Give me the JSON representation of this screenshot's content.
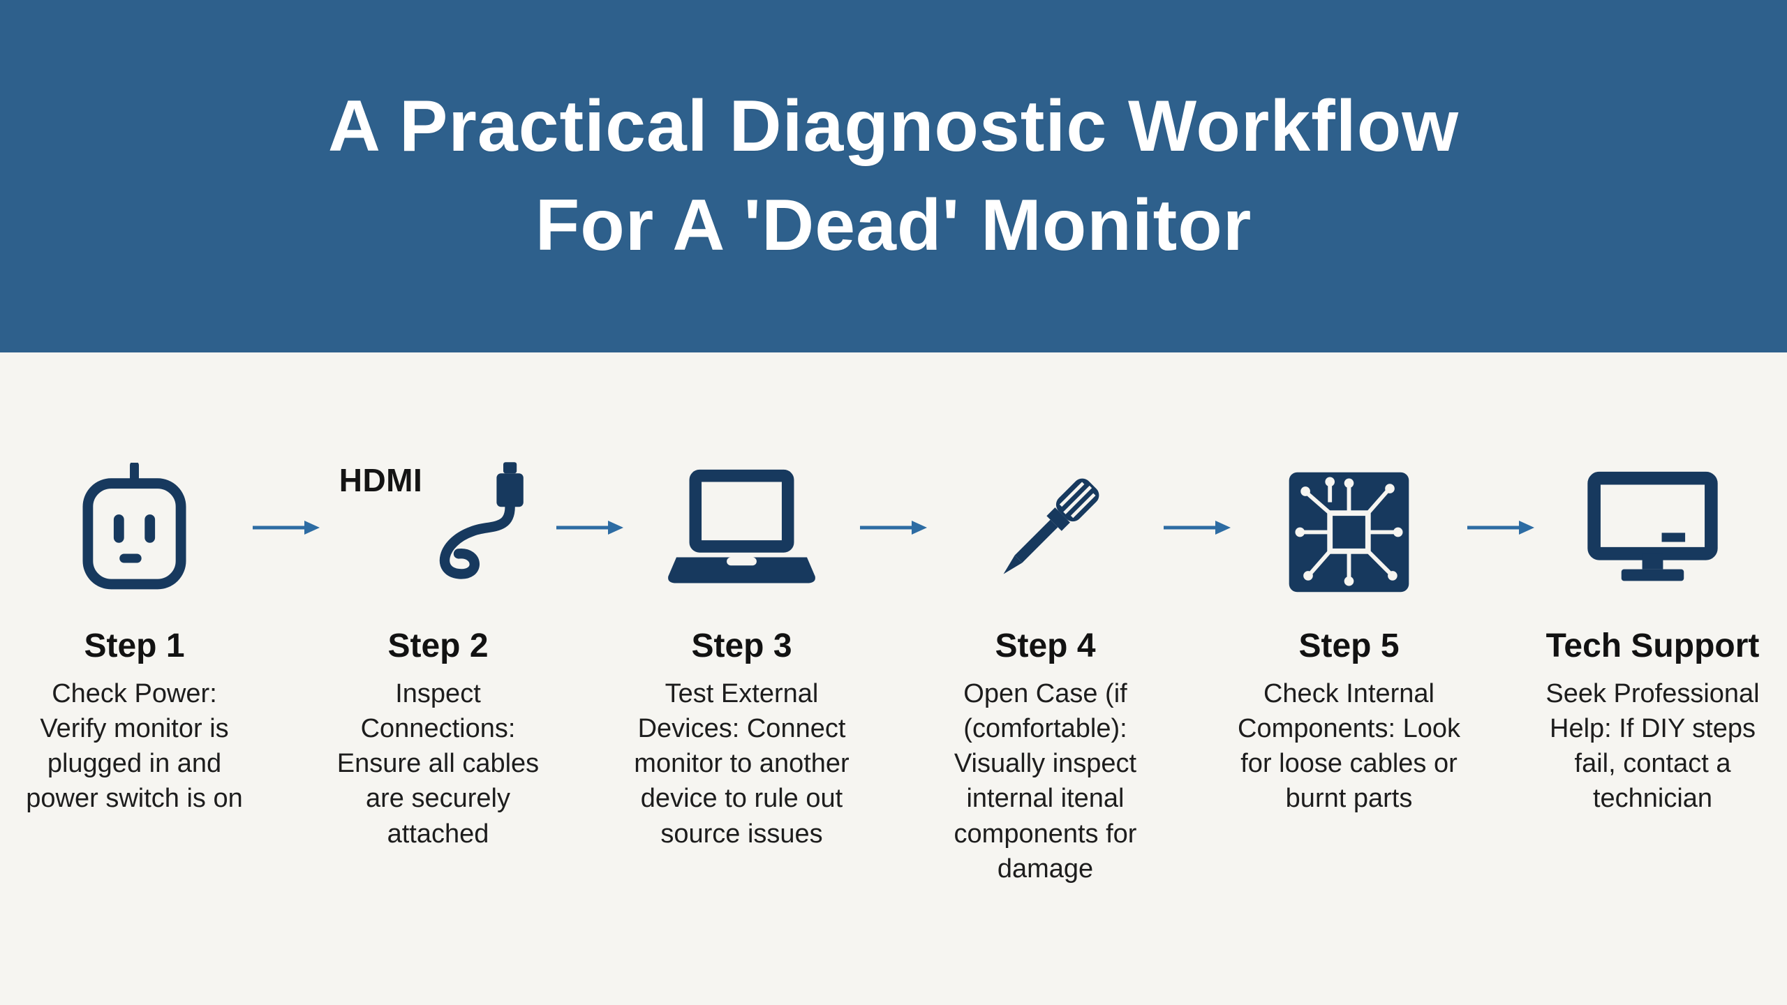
{
  "header": {
    "title_line1": "A Practical Diagnostic Workflow",
    "title_line2": "For A 'Dead' Monitor",
    "bg_color": "#2e608c"
  },
  "steps": [
    {
      "label": "Step 1",
      "icon": "power-plug-icon",
      "description": "Check Power: Verify monitor is plugged in and power switch is on"
    },
    {
      "label": "Step 2",
      "icon": "hdmi-cable-icon",
      "icon_text": "HDMI",
      "description": "Inspect Connections: Ensure all cables are securely attached"
    },
    {
      "label": "Step 3",
      "icon": "laptop-icon",
      "description": "Test External Devices: Connect monitor to another device to rule out source issues"
    },
    {
      "label": "Step 4",
      "icon": "screwdriver-icon",
      "description": "Open Case (if (comfortable): Visually inspect internal itenal components for damage"
    },
    {
      "label": "Step 5",
      "icon": "circuit-board-icon",
      "description": "Check Internal Components: Look for loose cables or burnt parts"
    },
    {
      "label": "Tech Support",
      "icon": "monitor-icon",
      "description": "Seek Professional Help: If DIY steps fail, contact a technician"
    }
  ],
  "colors": {
    "icon": "#17395e",
    "arrow": "#2d6ca3",
    "text": "#1d1d1d",
    "background": "#f6f5f1"
  }
}
